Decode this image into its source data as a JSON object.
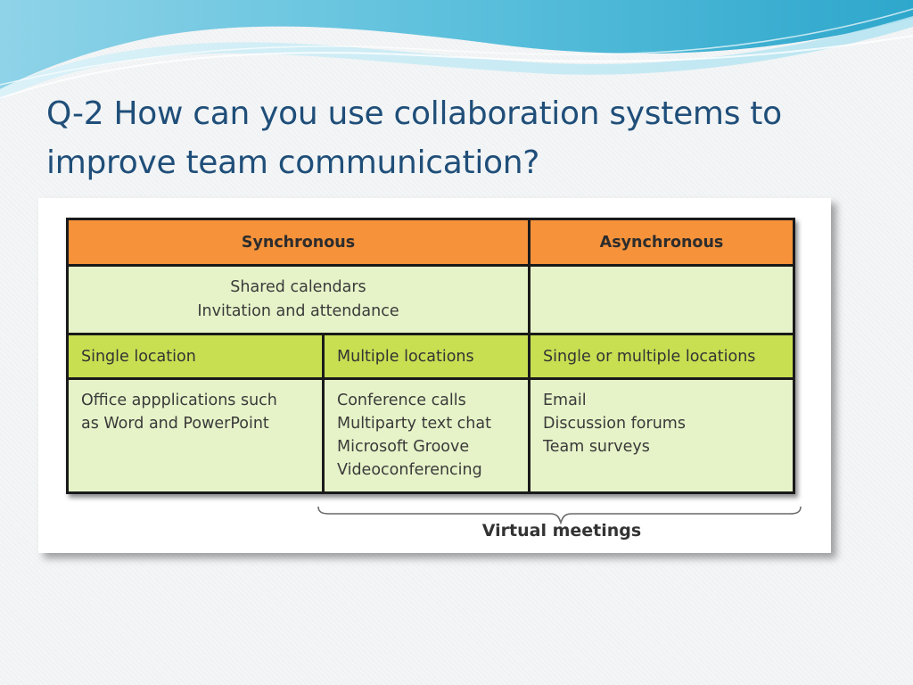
{
  "slide": {
    "title_line1": "Q-2 How can you use collaboration systems to",
    "title_line2": "improve team communication?"
  },
  "table": {
    "header_sync": "Synchronous",
    "header_async": "Asynchronous",
    "shared_line1": "Shared calendars",
    "shared_line2": "Invitation and attendance",
    "sub_single": "Single location",
    "sub_multiple": "Multiple locations",
    "sub_either": "Single or multiple locations",
    "single_items": [
      "Office appplications such",
      "as Word and PowerPoint"
    ],
    "multiple_items": [
      "Conference calls",
      "Multiparty text chat",
      "Microsoft Groove",
      "Videoconferencing"
    ],
    "async_items": [
      "Email",
      "Discussion forums",
      "Team surveys"
    ]
  },
  "caption": "Virtual meetings",
  "colors": {
    "header": "#f5923a",
    "subheader": "#c8df52",
    "body": "#e6f3c8",
    "title": "#1f4e79"
  }
}
